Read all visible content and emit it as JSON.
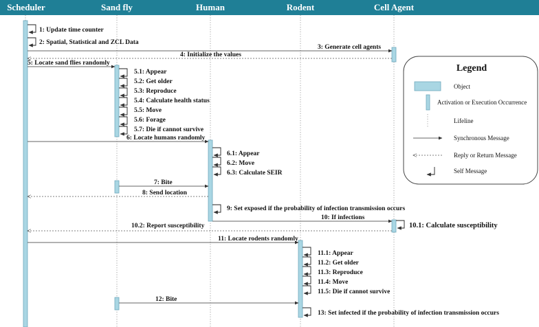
{
  "colors": {
    "header_fill": "#1f7f96",
    "activation_fill": "#a9d6e3",
    "line_color": "#333333"
  },
  "participants": [
    {
      "id": "scheduler",
      "label": "Scheduler"
    },
    {
      "id": "sandfly",
      "label": "Sand fly"
    },
    {
      "id": "human",
      "label": "Human"
    },
    {
      "id": "rodent",
      "label": "Rodent"
    },
    {
      "id": "cell",
      "label": "Cell Agent"
    }
  ],
  "messages": {
    "m1": "1: Update time counter",
    "m2": "2: Spatial, Statistical and ZCL Data",
    "m3": "3: Generate cell agents",
    "m4": "4: Initialize the values",
    "m5": "5: Locate sand flies randomly",
    "m5_1": "5.1: Appear",
    "m5_2": "5.2: Get older",
    "m5_3": "5.3: Reproduce",
    "m5_4": "5.4: Calculate health status",
    "m5_5": "5.5: Move",
    "m5_6": "5.6: Forage",
    "m5_7": "5.7: Die if cannot survive",
    "m6": "6: Locate humans randomly",
    "m6_1": "6.1: Appear",
    "m6_2": "6.2: Move",
    "m6_3": "6.3: Calculate SEIR",
    "m7": "7: Bite",
    "m8": "8: Send location",
    "m9": "9: Set exposed if the probability of infection transmission occurs",
    "m10": "10: If infections",
    "m10_1": "10.1: Calculate susceptibility",
    "m10_2": "10.2: Report susceptibility",
    "m11": "11: Locate rodents randomly",
    "m11_1": "11.1: Appear",
    "m11_2": "11.2: Get older",
    "m11_3": "11.3: Reproduce",
    "m11_4": "11.4: Move",
    "m11_5": "11.5: Die if cannot survive",
    "m12": "12: Bite",
    "m13": "13: Set infected if the probability of infection transmission occurs"
  },
  "legend": {
    "title": "Legend",
    "object": "Object",
    "activation": "Activation or Execution Occurrence",
    "lifeline": "Lifeline",
    "sync": "Synchronous Message",
    "reply": "Reply or Return Message",
    "self": "Self Message"
  }
}
